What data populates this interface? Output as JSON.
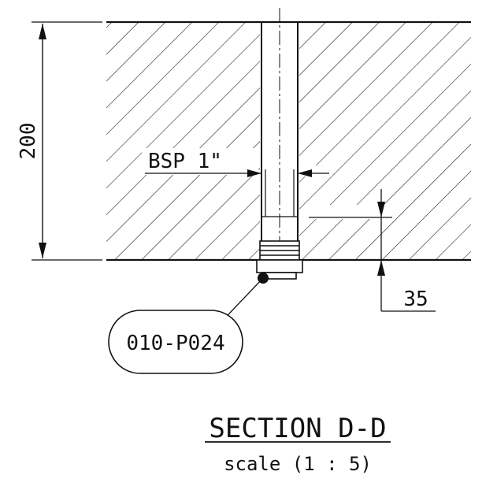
{
  "dimensions": {
    "depth": "200",
    "thread": "BSP 1\"",
    "offset": "35"
  },
  "part_tag": "010-P024",
  "section": {
    "title": "SECTION D-D",
    "scale": "scale (1 : 5)"
  },
  "colors": {
    "line": "#111111",
    "background": "#ffffff"
  }
}
